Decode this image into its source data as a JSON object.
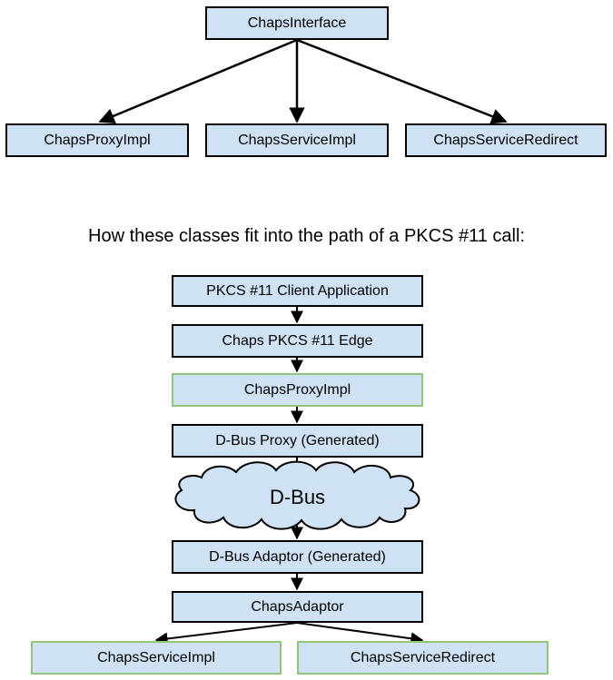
{
  "hierarchy": {
    "root": "ChapsInterface",
    "children": [
      "ChapsProxyImpl",
      "ChapsServiceImpl",
      "ChapsServiceRedirect"
    ]
  },
  "caption": "How these classes fit into the path of a PKCS #11 call:",
  "flow": {
    "steps": [
      "PKCS #11 Client Application",
      "Chaps PKCS #11 Edge",
      "ChapsProxyImpl",
      "D-Bus Proxy (Generated)",
      "D-Bus",
      "D-Bus Adaptor (Generated)",
      "ChapsAdaptor"
    ],
    "branches": [
      "ChapsServiceImpl",
      "ChapsServiceRedirect"
    ]
  },
  "colors": {
    "box_fill": "#cfe2f3",
    "box_border": "#000000",
    "highlight_border": "#93c47d"
  }
}
